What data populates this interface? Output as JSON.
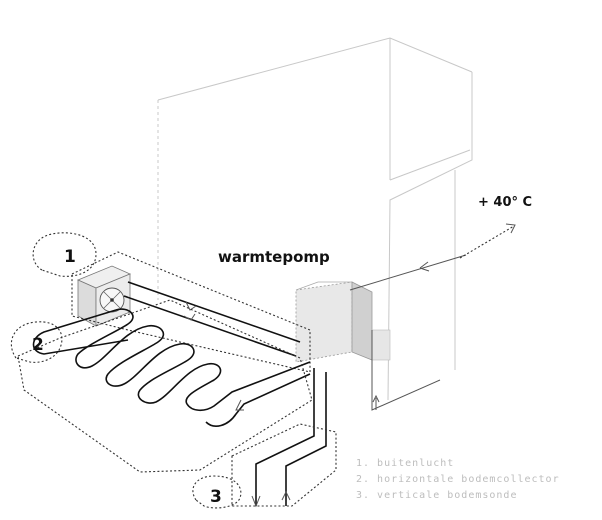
{
  "diagram": {
    "title": "warmtepomp",
    "temperature": "+ 40° C",
    "callouts": [
      {
        "number": "1"
      },
      {
        "number": "2"
      },
      {
        "number": "3"
      }
    ],
    "legend_lines": [
      "1. buitenlucht",
      "2. horizontale bodemcollector",
      "3. verticale bodemsonde"
    ]
  }
}
